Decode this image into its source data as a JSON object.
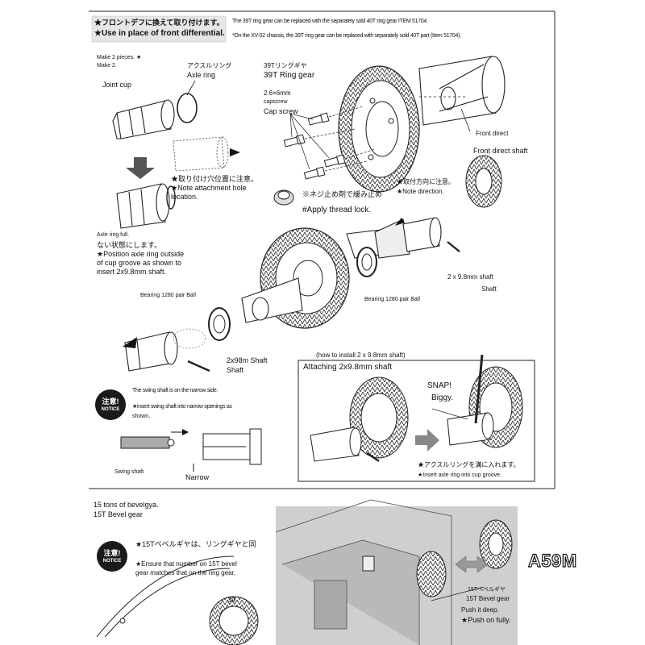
{
  "header": {
    "jp": "★フロントデフに換えて取り付けます。",
    "en": "★Use in place of front differential.",
    "note_1": "The 39T ring gear can be replaced with the separately sold 40T ring gear ITEM 51704.",
    "note_2": "*On the XV-02 chassis, the 39T ring gear can be replaced with separately sold 40T part (Item 51704)."
  },
  "top": {
    "make2_a": "Make 2 pieces. ★",
    "make2_b": "Make 2.",
    "axle_ring_jp": "アクスルリング",
    "axle_ring": "Axle ring",
    "joint_cup": "Joint cup",
    "ring_gear_jp": "39Tリングギヤ",
    "ring_gear": "39T Ring gear",
    "screw_size": "2.6×6mm",
    "capscrew": "capscrew",
    "cap_screw": "Cap screw",
    "front_direct": "Front direct",
    "front_direct_shaft": "Front direct shaft",
    "attach_jp": "★取り付け穴位置に注意。",
    "attach_en": "★Note attachment hole",
    "attach_en2": "location.",
    "direction_jp": "★取付方向に注意。",
    "direction_en": "★Note direction.",
    "thread_jp": "※ネジ止め剤で緩み止め",
    "thread_en": "#Apply thread lock."
  },
  "middle": {
    "axle_full": "Axle ring full.",
    "state_jp": "ない状態にします。",
    "pos_1": "★Position axle ring outside",
    "pos_2": "of cup groove as shown to",
    "pos_3": "insert 2x9.8mm shaft.",
    "bearing_left": "Bearing 1280 pair Ball",
    "bearing_right": "Bearing 1280 pair Ball",
    "shaft_right_size": "2 x 9.8mm shaft",
    "shaft_right": "Shaft",
    "shaft_left_size": "2x98m Shaft",
    "shaft_left": "Shaft"
  },
  "notice1": {
    "badge_jp": "注意!",
    "badge_en": "NOTICE",
    "line1": "The swing shaft is on the narrow side.",
    "line2": "★insert swing shaft into narrow openings as",
    "line3": "shown.",
    "swing": "Swing shaft",
    "narrow": "Narrow"
  },
  "install": {
    "how": "(how to install 2 x 9.8mm shaft)",
    "title": "Attaching 2x9.8mm shaft",
    "snap": "SNAP!",
    "biggy": "Biggy.",
    "note_jp": "★アクスルリングを溝に入れます。",
    "note_en": "★Insert axle ring into cup groove."
  },
  "bottom": {
    "title_1": "15 tons of bevelgya.",
    "title_2": "15T Bevel gear",
    "badge_jp": "注意!",
    "badge_en": "NOTICE",
    "jp": "★15Tベベルギヤは、リングギヤと同",
    "en1": "★Ensure that number on 15T bevel",
    "en2": "gear matches that on the ring gear.",
    "num": "39",
    "bevel_jp": "15Tベベルギヤ",
    "bevel": "15T Bevel gear",
    "push1": "Push it deep.",
    "push2": "★Push on fully."
  },
  "watermark": "A59M"
}
